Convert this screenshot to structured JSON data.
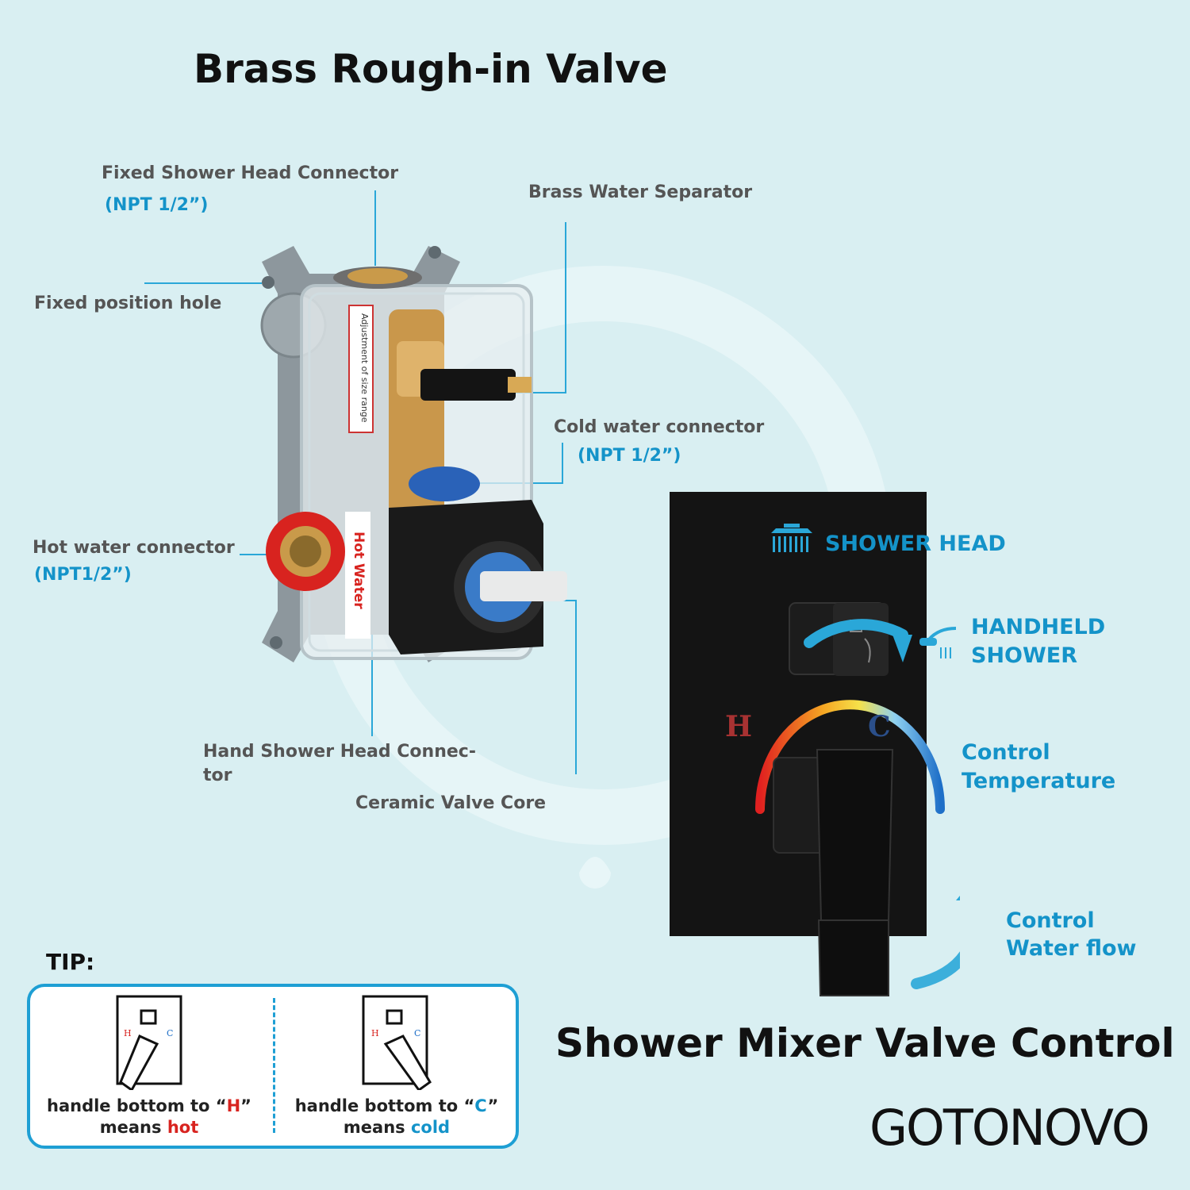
{
  "titles": {
    "main": "Brass Rough-in Valve",
    "mixer": "Shower Mixer Valve Control"
  },
  "labels": {
    "fixed_head": "Fixed Shower Head Connector",
    "fixed_head_spec": "(NPT 1/2”)",
    "separator": "Brass Water Separator",
    "position_hole": "Fixed position hole",
    "cold": "Cold water connector",
    "cold_spec": "(NPT 1/2”)",
    "hot": "Hot water connector",
    "hot_spec": "(NPT1/2”)",
    "hand_head_1": "Hand Shower Head Connec-",
    "hand_head_2": "tor",
    "ceramic": "Ceramic Valve Core",
    "shower_head": "SHOWER HEAD",
    "handheld_1": "HANDHELD",
    "handheld_2": "SHOWER",
    "temp_1": "Control",
    "temp_2": "Temperature",
    "flow_1": "Control",
    "flow_2": "Water flow",
    "plate_h": "H",
    "plate_c": "C",
    "sticker_top": "Adjustment of size range",
    "sticker_hot": "Hot Water"
  },
  "tip": {
    "heading": "TIP:",
    "left_pre": "handle bottom to “",
    "left_key": "H",
    "left_post": "”",
    "left_means": "means ",
    "left_word": "hot",
    "right_pre": "handle bottom to “",
    "right_key": "C",
    "right_post": "”",
    "right_means": "means ",
    "right_word": "cold",
    "mini_h": "H",
    "mini_c": "C"
  },
  "brand": "GOTONOVO",
  "colors": {
    "background": "#d9eff2",
    "accent_blue": "#1493c9",
    "hot_red": "#d8231f",
    "plate_black": "#141414"
  }
}
